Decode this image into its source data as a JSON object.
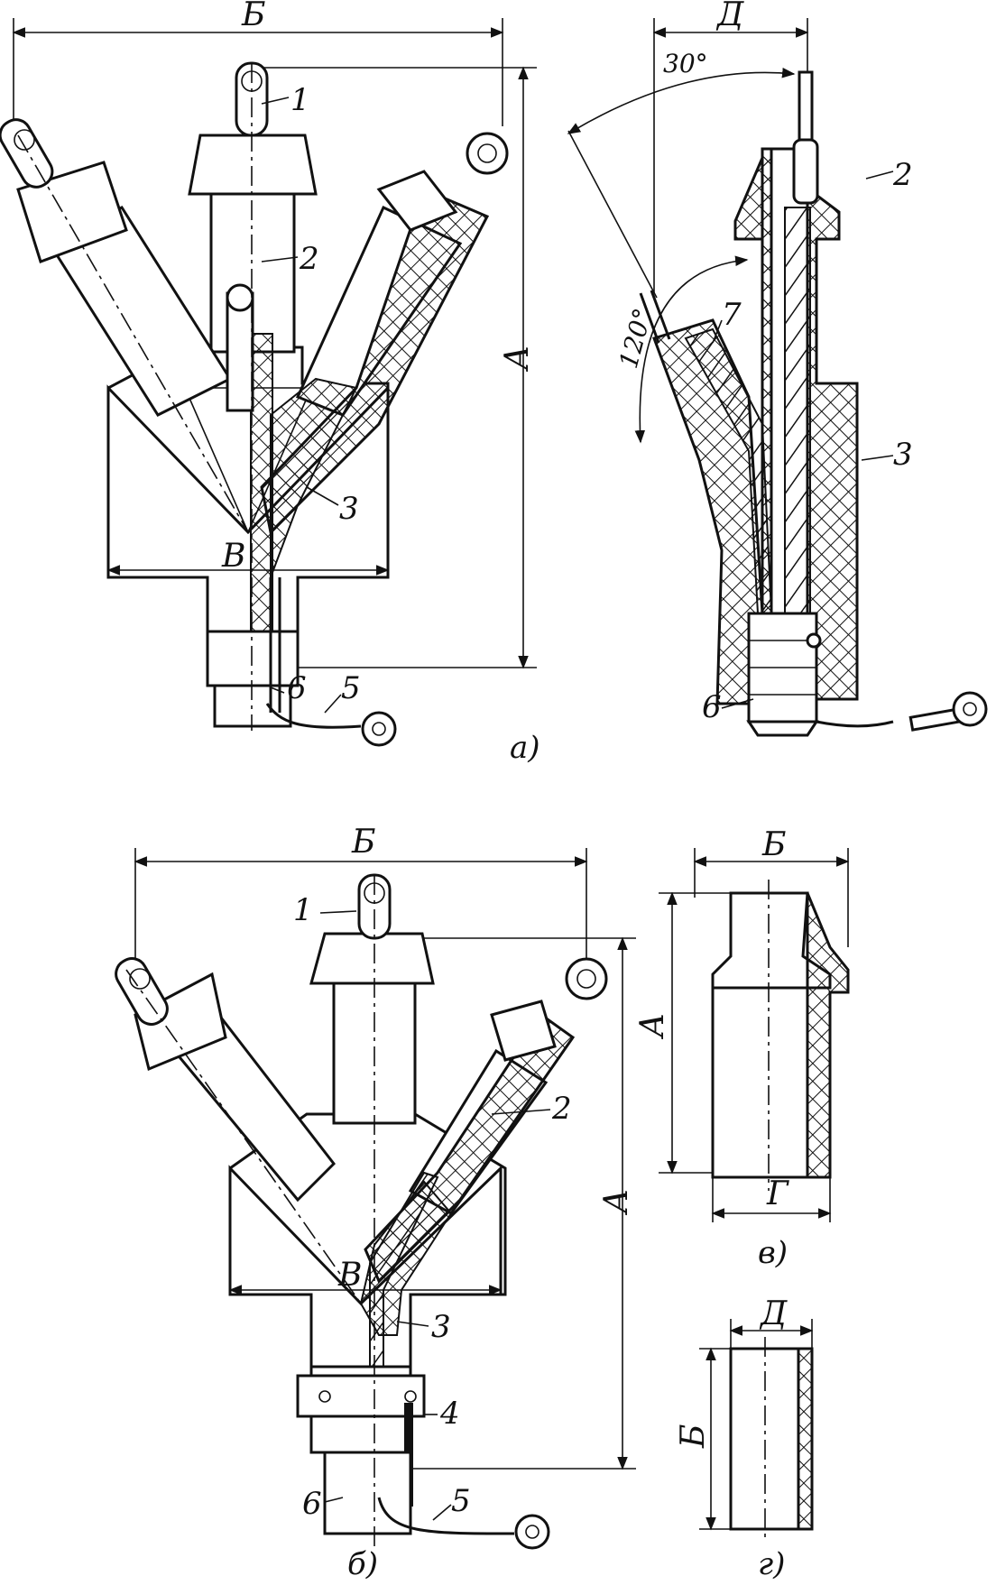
{
  "figure": {
    "subfigures": [
      {
        "id": "a",
        "caption": "а)",
        "part_labels": [
          "1",
          "2",
          "3",
          "5",
          "6"
        ],
        "dimensions": [
          "Б",
          "А",
          "В"
        ]
      },
      {
        "id": "a-side",
        "part_labels": [
          "2",
          "3",
          "6",
          "7"
        ],
        "dimensions": [
          "Д"
        ],
        "angles": [
          "30°",
          "120°"
        ]
      },
      {
        "id": "b",
        "caption": "б)",
        "part_labels": [
          "1",
          "2",
          "3",
          "4",
          "5",
          "6"
        ],
        "dimensions": [
          "Б",
          "А",
          "В"
        ]
      },
      {
        "id": "v",
        "caption": "в)",
        "dimensions": [
          "Б",
          "А",
          "Г"
        ]
      },
      {
        "id": "g",
        "caption": "г)",
        "dimensions": [
          "Д",
          "Б"
        ]
      }
    ]
  }
}
